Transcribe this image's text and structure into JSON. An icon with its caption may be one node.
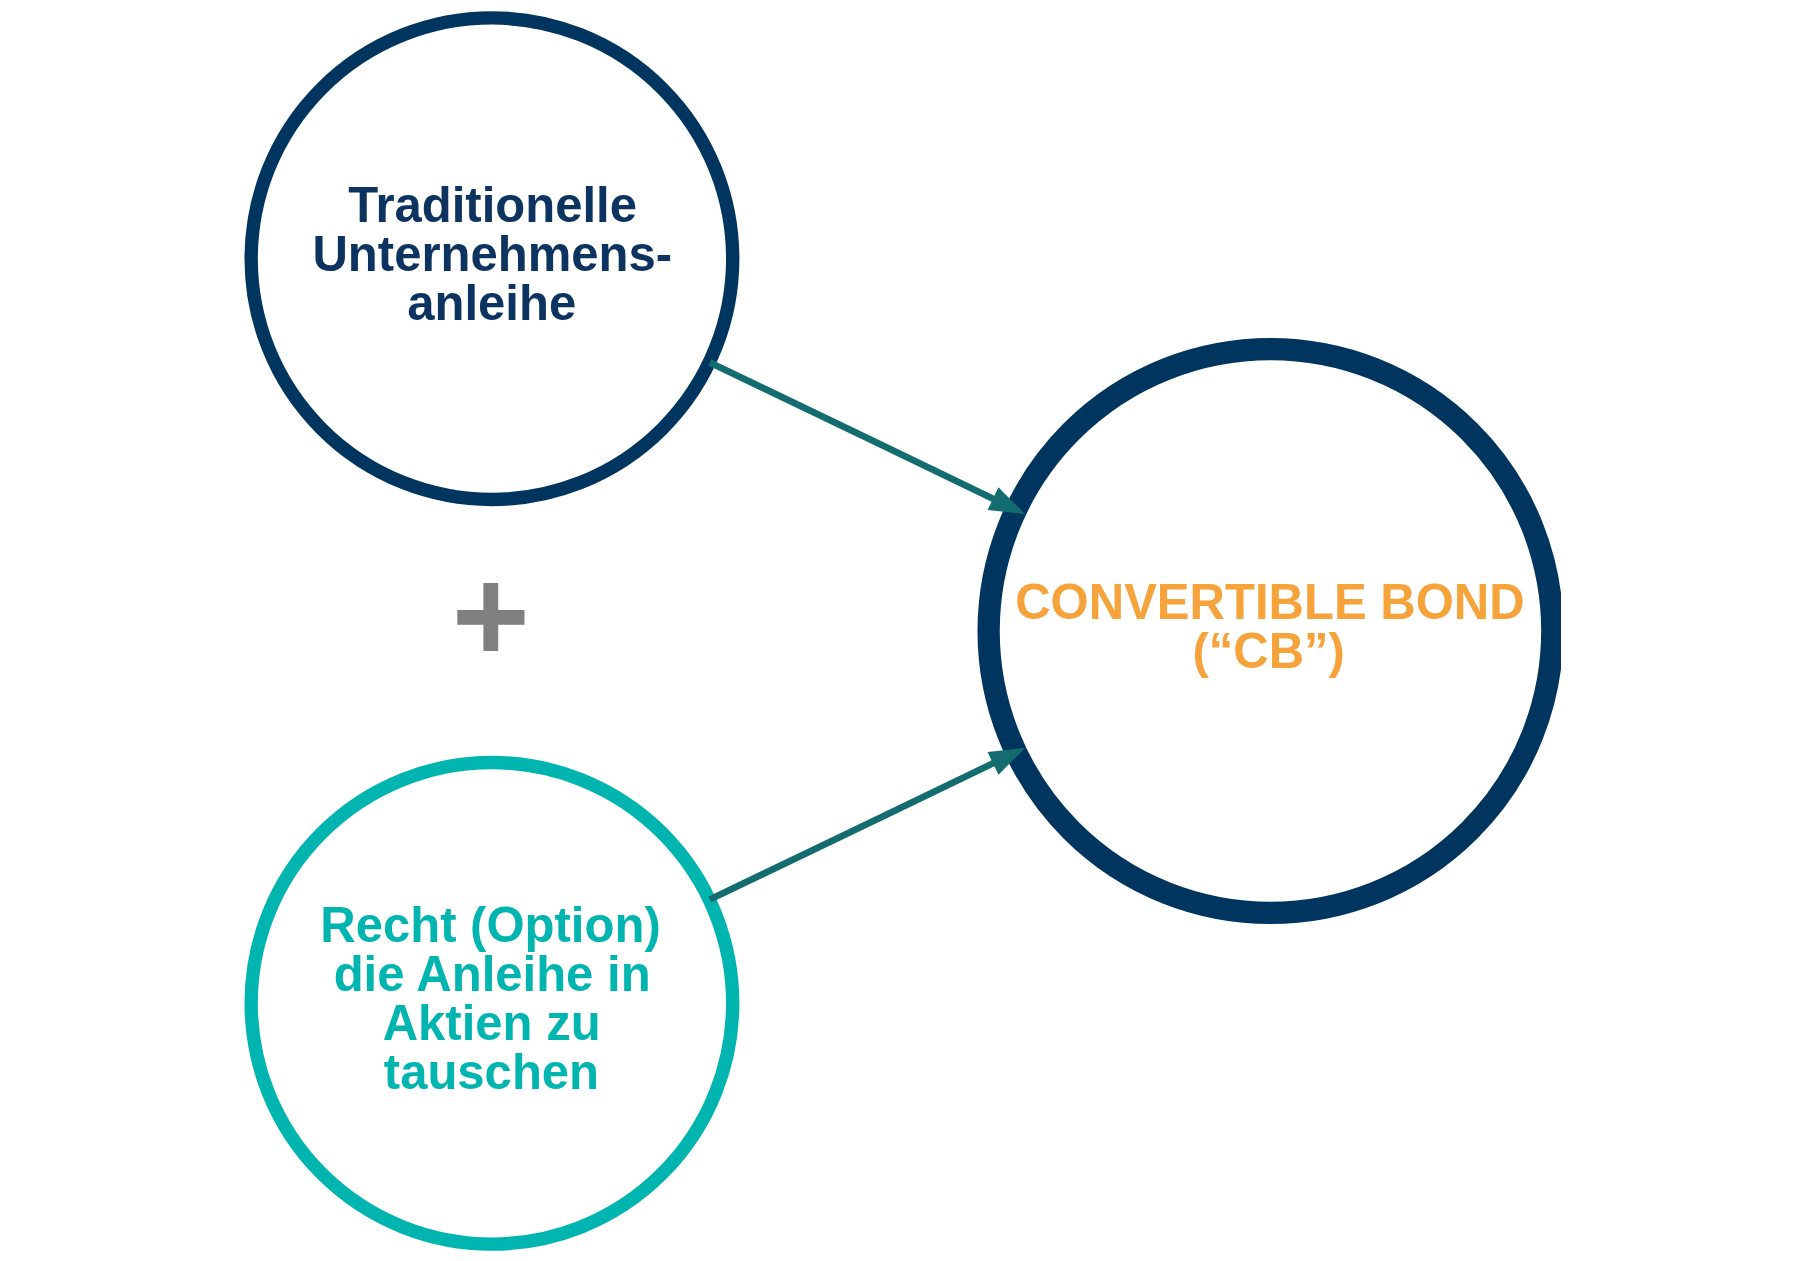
{
  "diagram": {
    "nodes": [
      {
        "text": [
          "Traditionelle Unternehmens- anleihe"
        ]
      },
      {
        "text": [
          "Recht (Option) die Anleihe in Aktien zu tauschen"
        ]
      },
      {
        "text": [
          "CONVERTIBLE BOND (“CB”)"
        ]
      }
    ],
    "edges": [
      {
        "from": 0,
        "to": 2,
        "arrow": "to"
      },
      {
        "from": 1,
        "to": 2,
        "arrow": "to"
      }
    ],
    "labels": [
      "+"
    ]
  }
}
